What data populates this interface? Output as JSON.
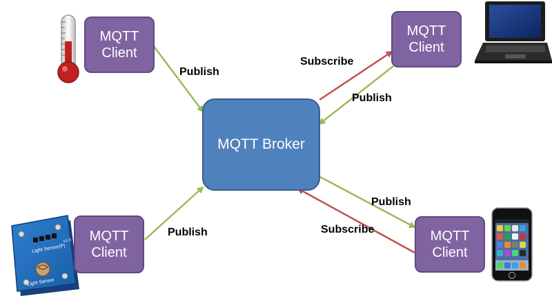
{
  "broker": {
    "label": "MQTT Broker"
  },
  "clients": [
    {
      "line1": "MQTT",
      "line2": "Client"
    },
    {
      "line1": "MQTT",
      "line2": "Client"
    },
    {
      "line1": "MQTT",
      "line2": "Client"
    },
    {
      "line1": "MQTT",
      "line2": "Client"
    }
  ],
  "labels": {
    "publish_top_left": "Publish",
    "subscribe_top_right": "Subscribe",
    "publish_top_right": "Publish",
    "publish_bottom_left": "Publish",
    "publish_bottom_right": "Publish",
    "subscribe_bottom_right": "Subscribe"
  },
  "sensor_text": {
    "line1": "Light Sensor(P)",
    "version": "v1.0",
    "line2": "Light Sensor"
  },
  "colors": {
    "client_fill": "#8064a2",
    "broker_fill": "#4f81bd",
    "publish_arrow": "#9bbb59",
    "subscribe_arrow": "#c0504d"
  },
  "icons": [
    "thermometer-icon",
    "laptop-icon",
    "light-sensor-icon",
    "smartphone-icon"
  ]
}
